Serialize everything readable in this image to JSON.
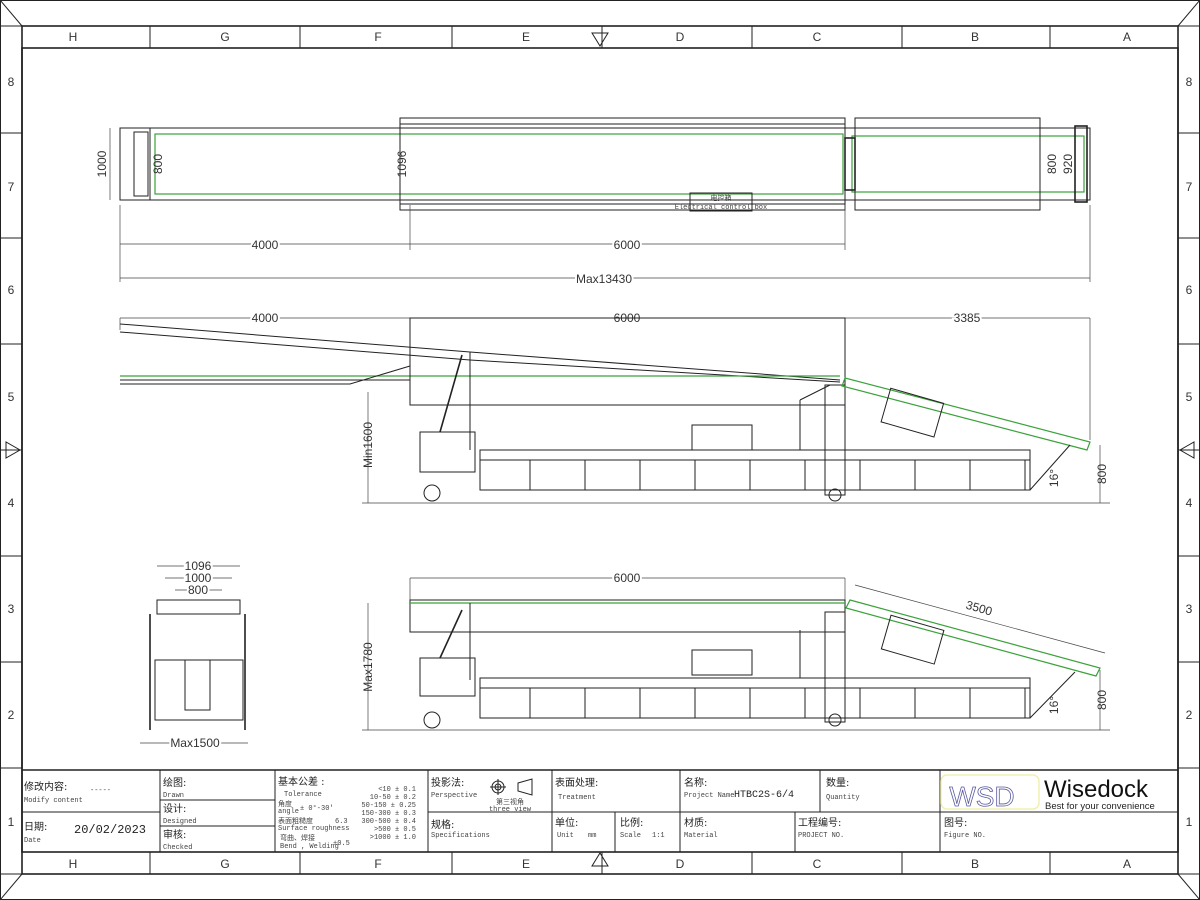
{
  "grid": {
    "columns": [
      "H",
      "G",
      "F",
      "E",
      "D",
      "C",
      "B",
      "A"
    ],
    "rows": [
      "8",
      "7",
      "6",
      "5",
      "4",
      "3",
      "2",
      "1"
    ]
  },
  "top_view": {
    "dims": {
      "left_width": "1000",
      "left_belt": "800",
      "mid_width": "1096",
      "right_belt": "800",
      "right_width": "920",
      "len_a": "4000",
      "len_b": "6000",
      "total": "Max13430"
    },
    "control_box_cn": "电控箱",
    "control_box_en": "Electrical control box"
  },
  "side_view_min": {
    "dims": {
      "a": "4000",
      "b": "6000",
      "c": "3385",
      "height": "Min1600",
      "end_height": "800",
      "angle": "16°"
    }
  },
  "side_view_max": {
    "dims": {
      "b": "6000",
      "incline": "3500",
      "height": "Max1780",
      "end_height": "800",
      "angle": "16°"
    }
  },
  "front_view": {
    "dims": {
      "w1": "1096",
      "w2": "1000",
      "w3": "800",
      "base": "Max1500"
    }
  },
  "title_block": {
    "modify_cn": "修改内容:",
    "modify_en": "Modify content",
    "modify_value": "-----",
    "date_cn": "日期:",
    "date_en": "Date",
    "date_value": "20/02/2023",
    "drawn_cn": "绘图:",
    "drawn_en": "Drawn",
    "designed_cn": "设计:",
    "designed_en": "Designed",
    "checked_cn": "审核:",
    "checked_en": "Checked",
    "tolerance_cn": "基本公差 :",
    "tolerance_en": "Tolerance",
    "angle_cn": "角度",
    "angle_en": "angle",
    "angle_value": "± 0°-30'",
    "roughness_cn": "表面粗糙度",
    "roughness_en": "Surface roughness",
    "roughness_value": "6.3",
    "bend_cn": "弯曲、焊接",
    "bend_en": "Bend , Welding",
    "bend_value": "±0.5",
    "tolerances": [
      "<10 ± 0.1",
      "10-50 ± 0.2",
      "50-150 ± 0.25",
      "150-300 ± 0.3",
      "300-500 ± 0.4",
      ">500 ± 0.5",
      ">1000 ± 1.0"
    ],
    "perspective_cn": "投影法:",
    "perspective_en": "Perspective",
    "view_cn": "第三视角",
    "view_en": "three view",
    "spec_cn": "规格:",
    "spec_en": "Specifications",
    "treatment_cn": "表面处理:",
    "treatment_en": "Treatment",
    "unit_cn": "单位:",
    "unit_en": "Unit",
    "unit_value": "mm",
    "scale_cn": "比例:",
    "scale_en": "Scale",
    "scale_value": "1:1",
    "name_cn": "名称:",
    "name_en": "Project Name",
    "name_value": "HTBC2S-6/4",
    "quantity_cn": "数量:",
    "quantity_en": "Quantity",
    "material_cn": "材质:",
    "material_en": "Material",
    "project_no_cn": "工程编号:",
    "project_no_en": "PROJECT NO.",
    "figure_cn": "图号:",
    "figure_en": "Figure NO.",
    "logo_mark": "WSD",
    "logo_name": "Wisedock",
    "logo_tagline": "Best for your convenience"
  },
  "colors": {
    "belt": "#3aa23a",
    "line": "#222222",
    "logo_border": "#f0f0b0",
    "logo_mark": "#5a5aa0"
  }
}
